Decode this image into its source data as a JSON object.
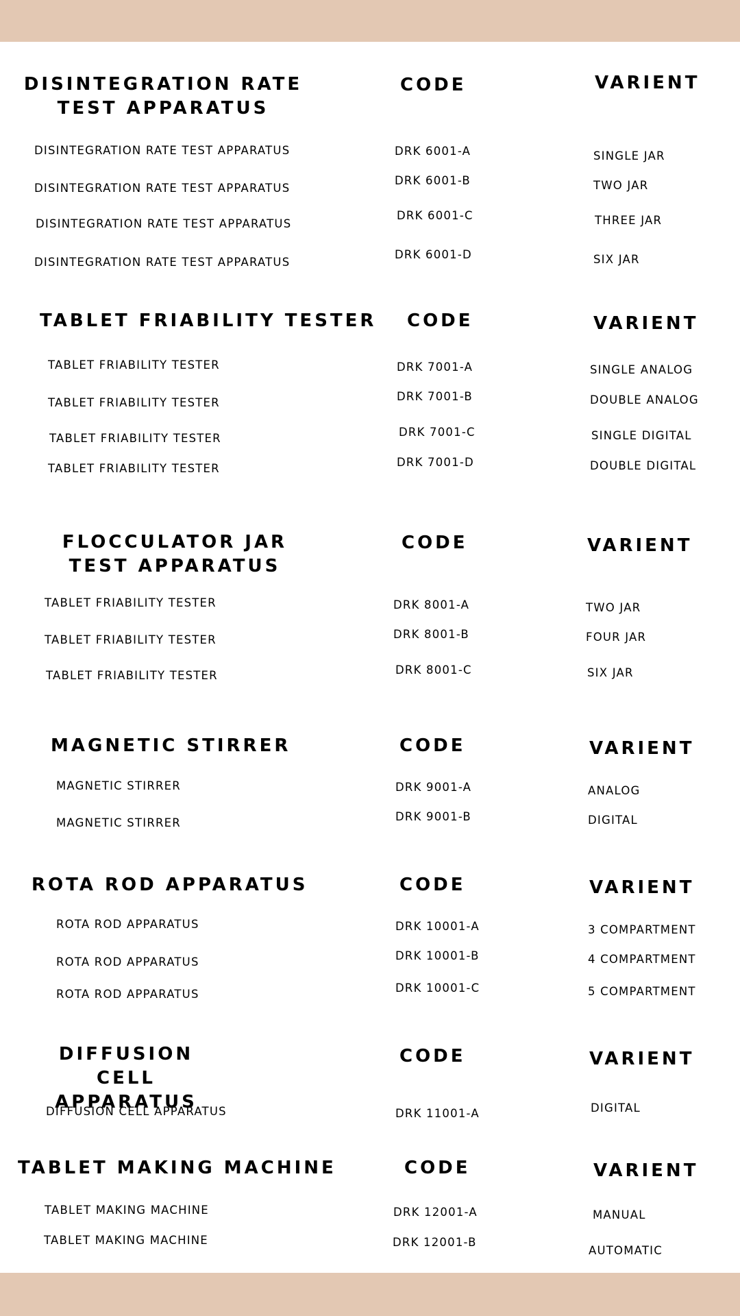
{
  "colors": {
    "band": "#e3c8b3",
    "background": "#ffffff",
    "text": "#000000"
  },
  "sections": [
    {
      "title": "DISINTEGRATION RATE TEST APPARATUS",
      "code_header": "CODE",
      "variant_header": "VARIENT",
      "rows": [
        {
          "name": "DISINTEGRATION RATE TEST APPARATUS",
          "code": "DRK 6001-A",
          "variant": "SINGLE JAR"
        },
        {
          "name": "DISINTEGRATION RATE TEST APPARATUS",
          "code": "DRK 6001-B",
          "variant": "TWO JAR"
        },
        {
          "name": "DISINTEGRATION RATE TEST APPARATUS",
          "code": "DRK 6001-C",
          "variant": "THREE JAR"
        },
        {
          "name": "DISINTEGRATION RATE TEST APPARATUS",
          "code": "DRK 6001-D",
          "variant": "SIX JAR"
        }
      ]
    },
    {
      "title": "TABLET FRIABILITY TESTER",
      "code_header": "CODE",
      "variant_header": "VARIENT",
      "rows": [
        {
          "name": "TABLET FRIABILITY TESTER",
          "code": "DRK 7001-A",
          "variant": "SINGLE ANALOG"
        },
        {
          "name": "TABLET FRIABILITY TESTER",
          "code": "DRK 7001-B",
          "variant": "DOUBLE ANALOG"
        },
        {
          "name": "TABLET FRIABILITY TESTER",
          "code": "DRK 7001-C",
          "variant": "SINGLE DIGITAL"
        },
        {
          "name": "TABLET FRIABILITY TESTER",
          "code": "DRK 7001-D",
          "variant": "DOUBLE DIGITAL"
        }
      ]
    },
    {
      "title": "FLOCCULATOR JAR TEST APPARATUS",
      "code_header": "CODE",
      "variant_header": "VARIENT",
      "rows": [
        {
          "name": "TABLET FRIABILITY TESTER",
          "code": "DRK 8001-A",
          "variant": "TWO JAR"
        },
        {
          "name": "TABLET FRIABILITY TESTER",
          "code": "DRK 8001-B",
          "variant": "FOUR JAR"
        },
        {
          "name": "TABLET FRIABILITY TESTER",
          "code": "DRK 8001-C",
          "variant": "SIX JAR"
        }
      ]
    },
    {
      "title": "MAGNETIC STIRRER",
      "code_header": "CODE",
      "variant_header": "VARIENT",
      "rows": [
        {
          "name": "MAGNETIC STIRRER",
          "code": "DRK 9001-A",
          "variant": "ANALOG"
        },
        {
          "name": "MAGNETIC STIRRER",
          "code": "DRK 9001-B",
          "variant": "DIGITAL"
        }
      ]
    },
    {
      "title": "ROTA ROD APPARATUS",
      "code_header": "CODE",
      "variant_header": "VARIENT",
      "rows": [
        {
          "name": "ROTA ROD APPARATUS",
          "code": "DRK 10001-A",
          "variant": "3 COMPARTMENT"
        },
        {
          "name": "ROTA ROD APPARATUS",
          "code": "DRK 10001-B",
          "variant": "4 COMPARTMENT"
        },
        {
          "name": "ROTA ROD APPARATUS",
          "code": "DRK 10001-C",
          "variant": "5 COMPARTMENT"
        }
      ]
    },
    {
      "title": "DIFFUSION CELL APPARATUS",
      "code_header": "CODE",
      "variant_header": "VARIENT",
      "rows": [
        {
          "name": "DIFFUSION CELL APPARATUS",
          "code": "DRK 11001-A",
          "variant": "DIGITAL"
        }
      ]
    },
    {
      "title": "TABLET MAKING MACHINE",
      "code_header": "CODE",
      "variant_header": "VARIENT",
      "rows": [
        {
          "name": "TABLET MAKING MACHINE",
          "code": "DRK 12001-A",
          "variant": "MANUAL"
        },
        {
          "name": "TABLET MAKING MACHINE",
          "code": "DRK 12001-B",
          "variant": "AUTOMATIC"
        }
      ]
    }
  ]
}
